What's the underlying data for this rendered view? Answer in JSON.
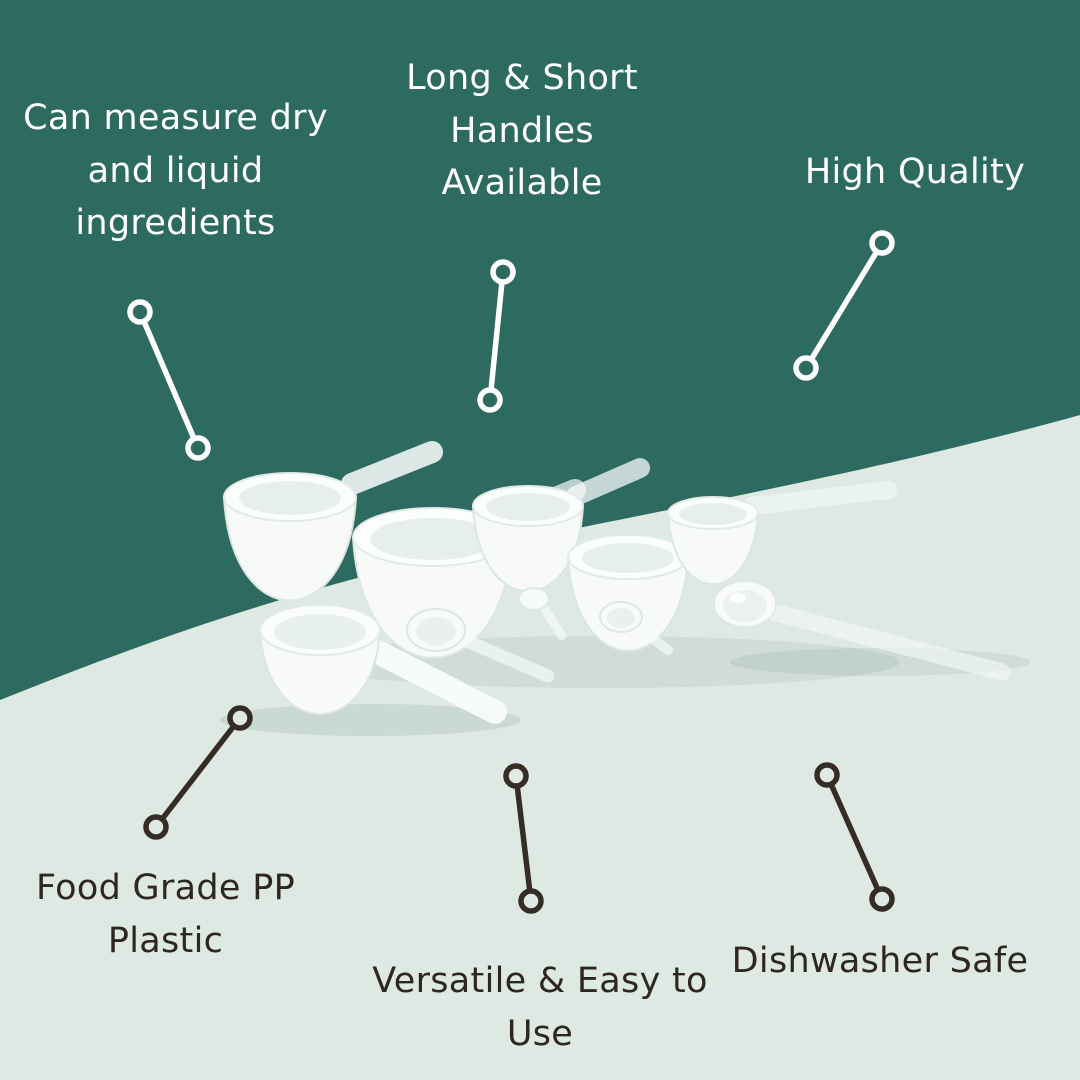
{
  "colors": {
    "background_teal": "#2d6a60",
    "background_light": "#dde9e2",
    "text_light": "#ffffff",
    "text_dark": "#2e2721",
    "connector_light": "#ffffff",
    "connector_dark": "#352c25",
    "product_white": "#f8fbfa"
  },
  "callouts": {
    "measure": {
      "lines": [
        "Can measure dry",
        "and liquid",
        "ingredients"
      ]
    },
    "handles": {
      "lines": [
        "Long & Short",
        "Handles",
        "Available"
      ]
    },
    "quality": {
      "lines": [
        "High Quality"
      ]
    },
    "material": {
      "lines": [
        "Food Grade PP",
        "Plastic"
      ]
    },
    "versatile": {
      "lines": [
        "Versatile & Easy to",
        "Use"
      ]
    },
    "dishwasher": {
      "lines": [
        "Dishwasher Safe"
      ]
    }
  },
  "product_image": "white-plastic-measuring-scoops-and-spoons"
}
